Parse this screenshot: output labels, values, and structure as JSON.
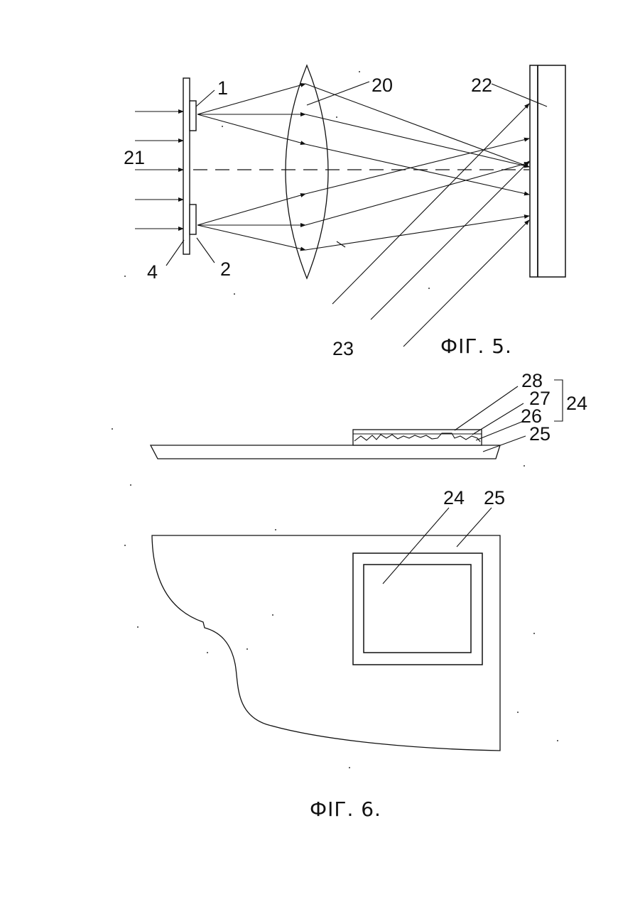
{
  "fig5": {
    "caption": "ФІГ. 5.",
    "labels": {
      "l1": "1",
      "l2": "2",
      "l4": "4",
      "l20": "20",
      "l21": "21",
      "l22": "22",
      "l23": "23"
    }
  },
  "fig6": {
    "caption": "ФІГ. 6.",
    "labels": {
      "l24a": "24",
      "l25a": "25",
      "l26": "26",
      "l27": "27",
      "l28": "28",
      "l24b": "24",
      "l25b": "25"
    }
  }
}
